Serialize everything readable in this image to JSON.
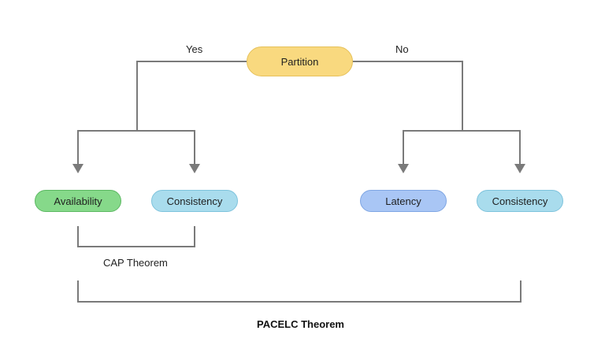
{
  "nodes": {
    "partition": "Partition",
    "availability": "Availability",
    "consistency_left": "Consistency",
    "latency": "Latency",
    "consistency_right": "Consistency"
  },
  "edges": {
    "yes_label": "Yes",
    "no_label": "No"
  },
  "groups": {
    "cap_theorem": "CAP Theorem",
    "pacelc_theorem": "PACELC Theorem"
  },
  "colors": {
    "partition_fill": "#f9d97f",
    "partition_border": "#e6c15a",
    "availability_fill": "#86d98a",
    "availability_border": "#5cb862",
    "consistency_fill": "#a9dced",
    "consistency_border": "#7ec3dc",
    "latency_fill": "#a9c6f5",
    "latency_border": "#7fa6e3",
    "connector": "#7a7a7a"
  }
}
